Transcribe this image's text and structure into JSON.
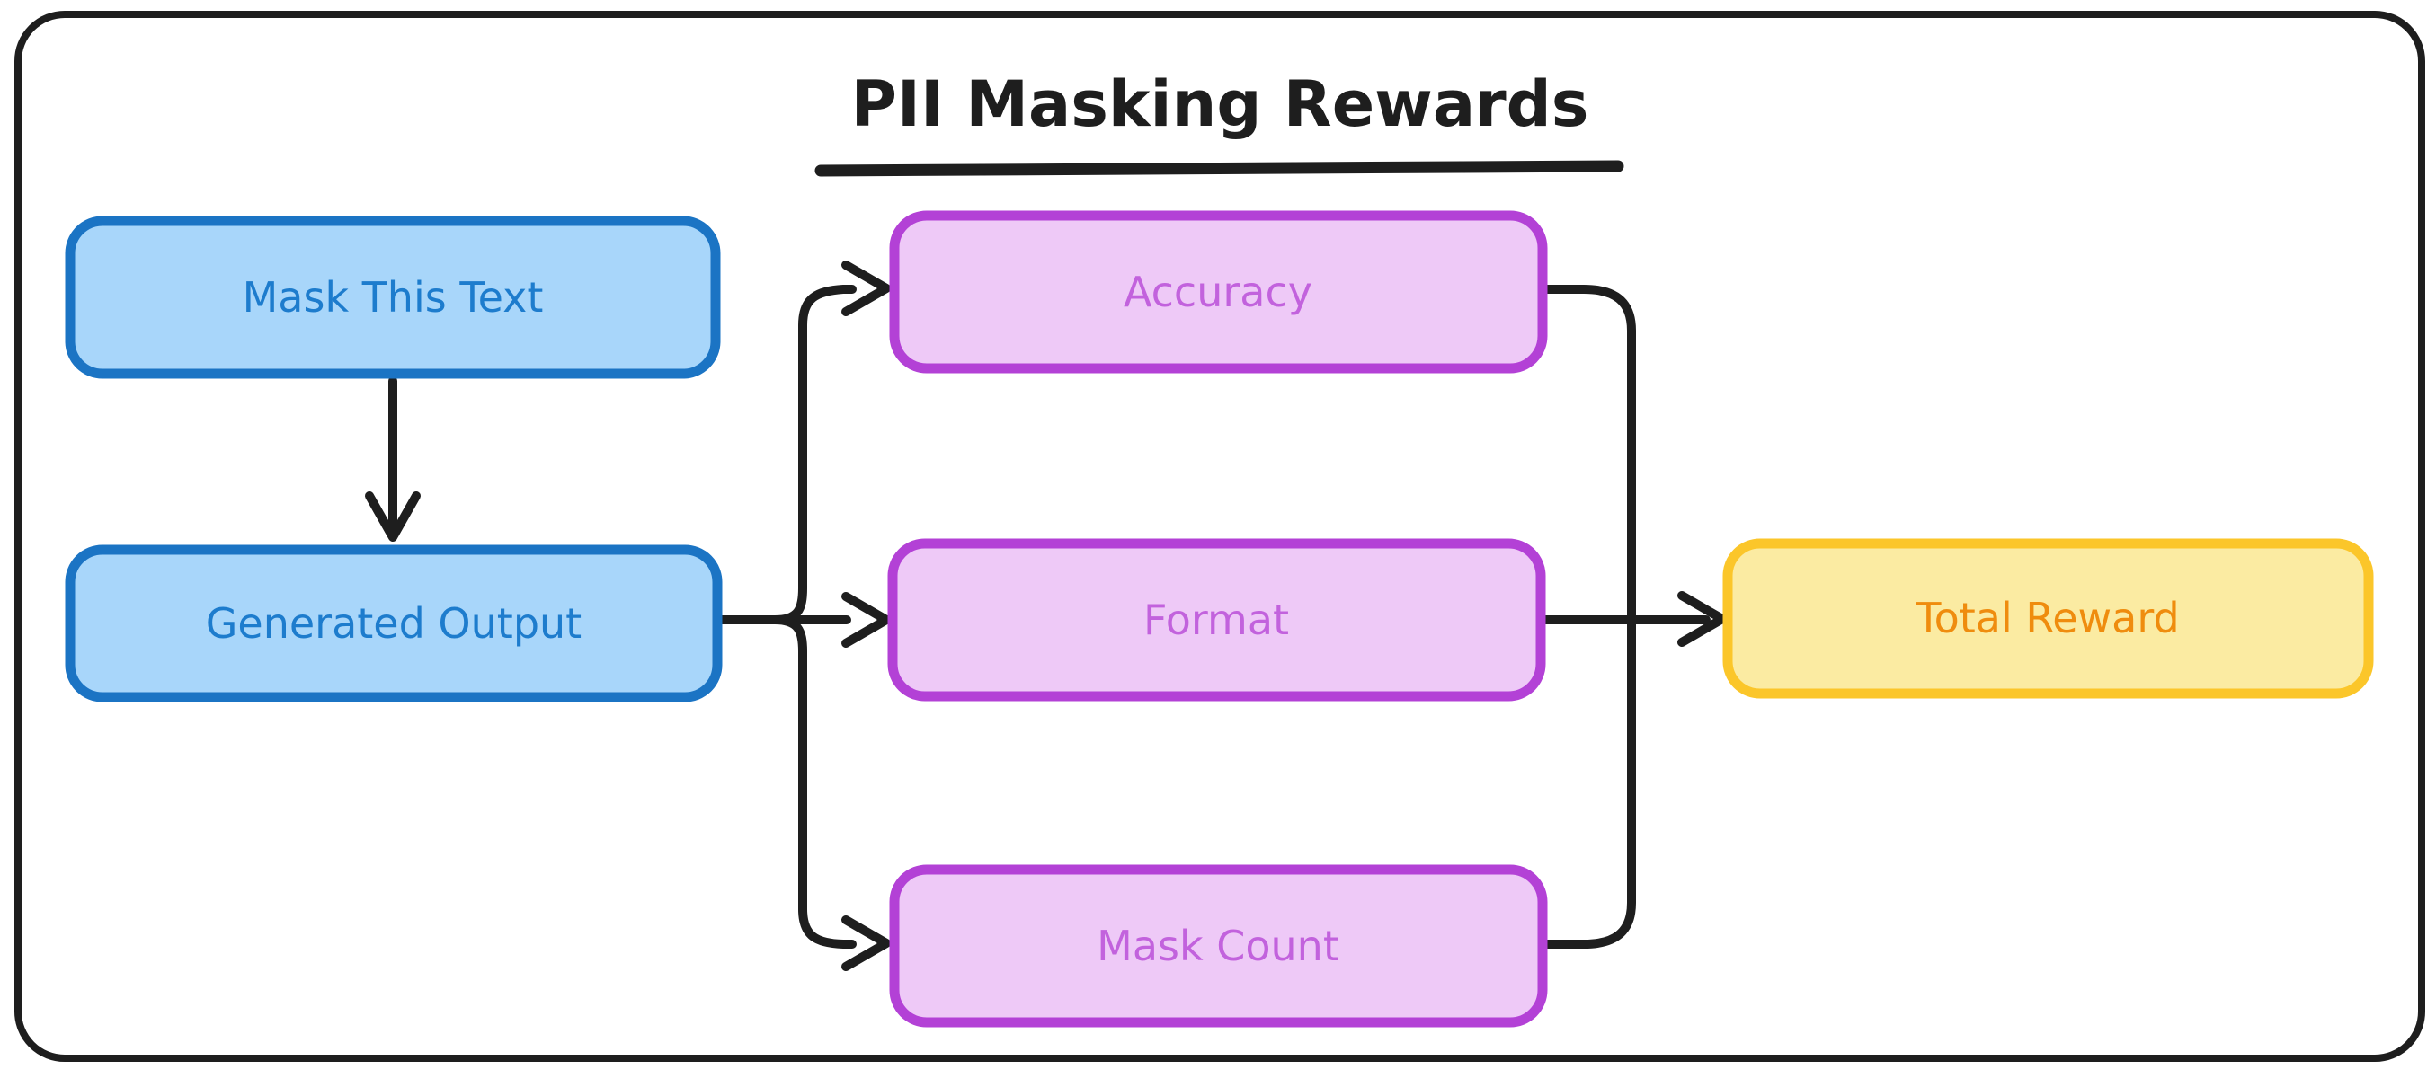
{
  "diagram": {
    "title": "PII Masking Rewards",
    "nodes": {
      "mask_text": {
        "label": "Mask This Text",
        "color": "blue"
      },
      "generated": {
        "label": "Generated Output",
        "color": "blue"
      },
      "accuracy": {
        "label": "Accuracy",
        "color": "purple"
      },
      "format": {
        "label": "Format",
        "color": "purple"
      },
      "mask_count": {
        "label": "Mask Count",
        "color": "purple"
      },
      "total": {
        "label": "Total Reward",
        "color": "yellow"
      }
    },
    "edges": [
      {
        "from": "Mask This Text",
        "to": "Generated Output"
      },
      {
        "from": "Generated Output",
        "to": "Accuracy"
      },
      {
        "from": "Generated Output",
        "to": "Format"
      },
      {
        "from": "Generated Output",
        "to": "Mask Count"
      },
      {
        "from": "Accuracy",
        "to": "Total Reward"
      },
      {
        "from": "Format",
        "to": "Total Reward"
      },
      {
        "from": "Mask Count",
        "to": "Total Reward"
      }
    ],
    "colors": {
      "ink": "#1e1e1e",
      "blue_stroke": "#1b74c4",
      "blue_fill": "#a8d6fa",
      "blue_text": "#1d7ccd",
      "purple_stroke": "#b341d6",
      "purple_fill": "#eec9f7",
      "purple_text": "#c262dd",
      "yellow_stroke": "#fbc62a",
      "yellow_fill": "#fbeba2",
      "orange_text": "#ef8c0e"
    }
  }
}
